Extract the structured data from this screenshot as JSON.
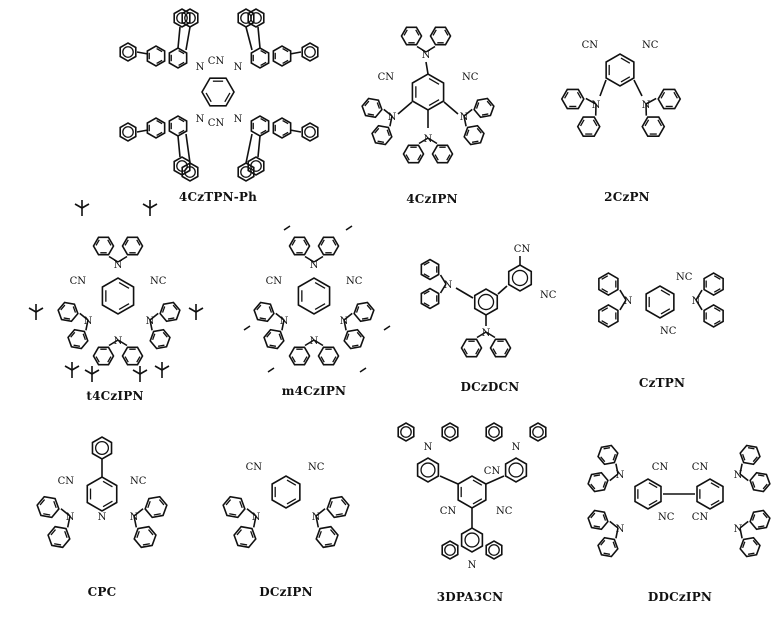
{
  "molecules": [
    {
      "id": "4cztpn-ph",
      "label": "4CzTPN-Ph"
    },
    {
      "id": "4czipn",
      "label": "4CzIPN"
    },
    {
      "id": "2czpn",
      "label": "2CzPN"
    },
    {
      "id": "t4czipn",
      "label": "t4CzIPN"
    },
    {
      "id": "m4czipn",
      "label": "m4CzIPN"
    },
    {
      "id": "dczdcn",
      "label": "DCzDCN"
    },
    {
      "id": "cztpn",
      "label": "CzTPN"
    },
    {
      "id": "cpc",
      "label": "CPC"
    },
    {
      "id": "dczipn",
      "label": "DCzIPN"
    },
    {
      "id": "3dpa3cn",
      "label": "3DPA3CN"
    },
    {
      "id": "ddczipn",
      "label": "DDCzIPN"
    }
  ],
  "atoms": {
    "nitrogen": "N",
    "nitrile_right": "CN",
    "nitrile_left": "NC"
  }
}
